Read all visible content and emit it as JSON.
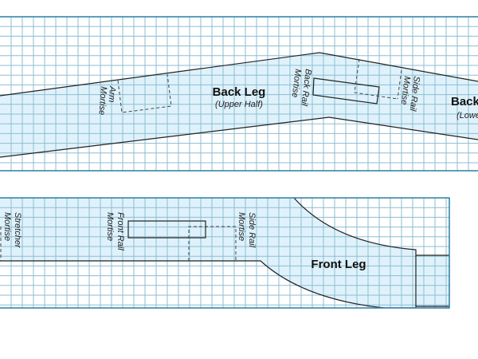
{
  "colors": {
    "part_fill": "#dff2fb",
    "grid": "#8dbdd2",
    "border": "#2a7ea6",
    "outline": "#222222"
  },
  "back_leg_panel": {
    "title": "Back Leg",
    "subtitle": "(Upper Half)",
    "title_lower": "Back Leg",
    "subtitle_lower": "(Lower Half)",
    "labels": {
      "arm_1": "Arm",
      "arm_2": "Mortise",
      "back_rail_1": "Back Rail",
      "back_rail_2": "Mortise",
      "side_rail_1": "Side Rail",
      "side_rail_2": "Mortise"
    }
  },
  "front_leg_panel": {
    "title": "Front Leg",
    "labels": {
      "stretcher_1": "Stretcher",
      "stretcher_2": "Mortise",
      "front_rail_1": "Front Rail",
      "front_rail_2": "Mortise",
      "side_rail_1": "Side Rail",
      "side_rail_2": "Mortise"
    }
  }
}
